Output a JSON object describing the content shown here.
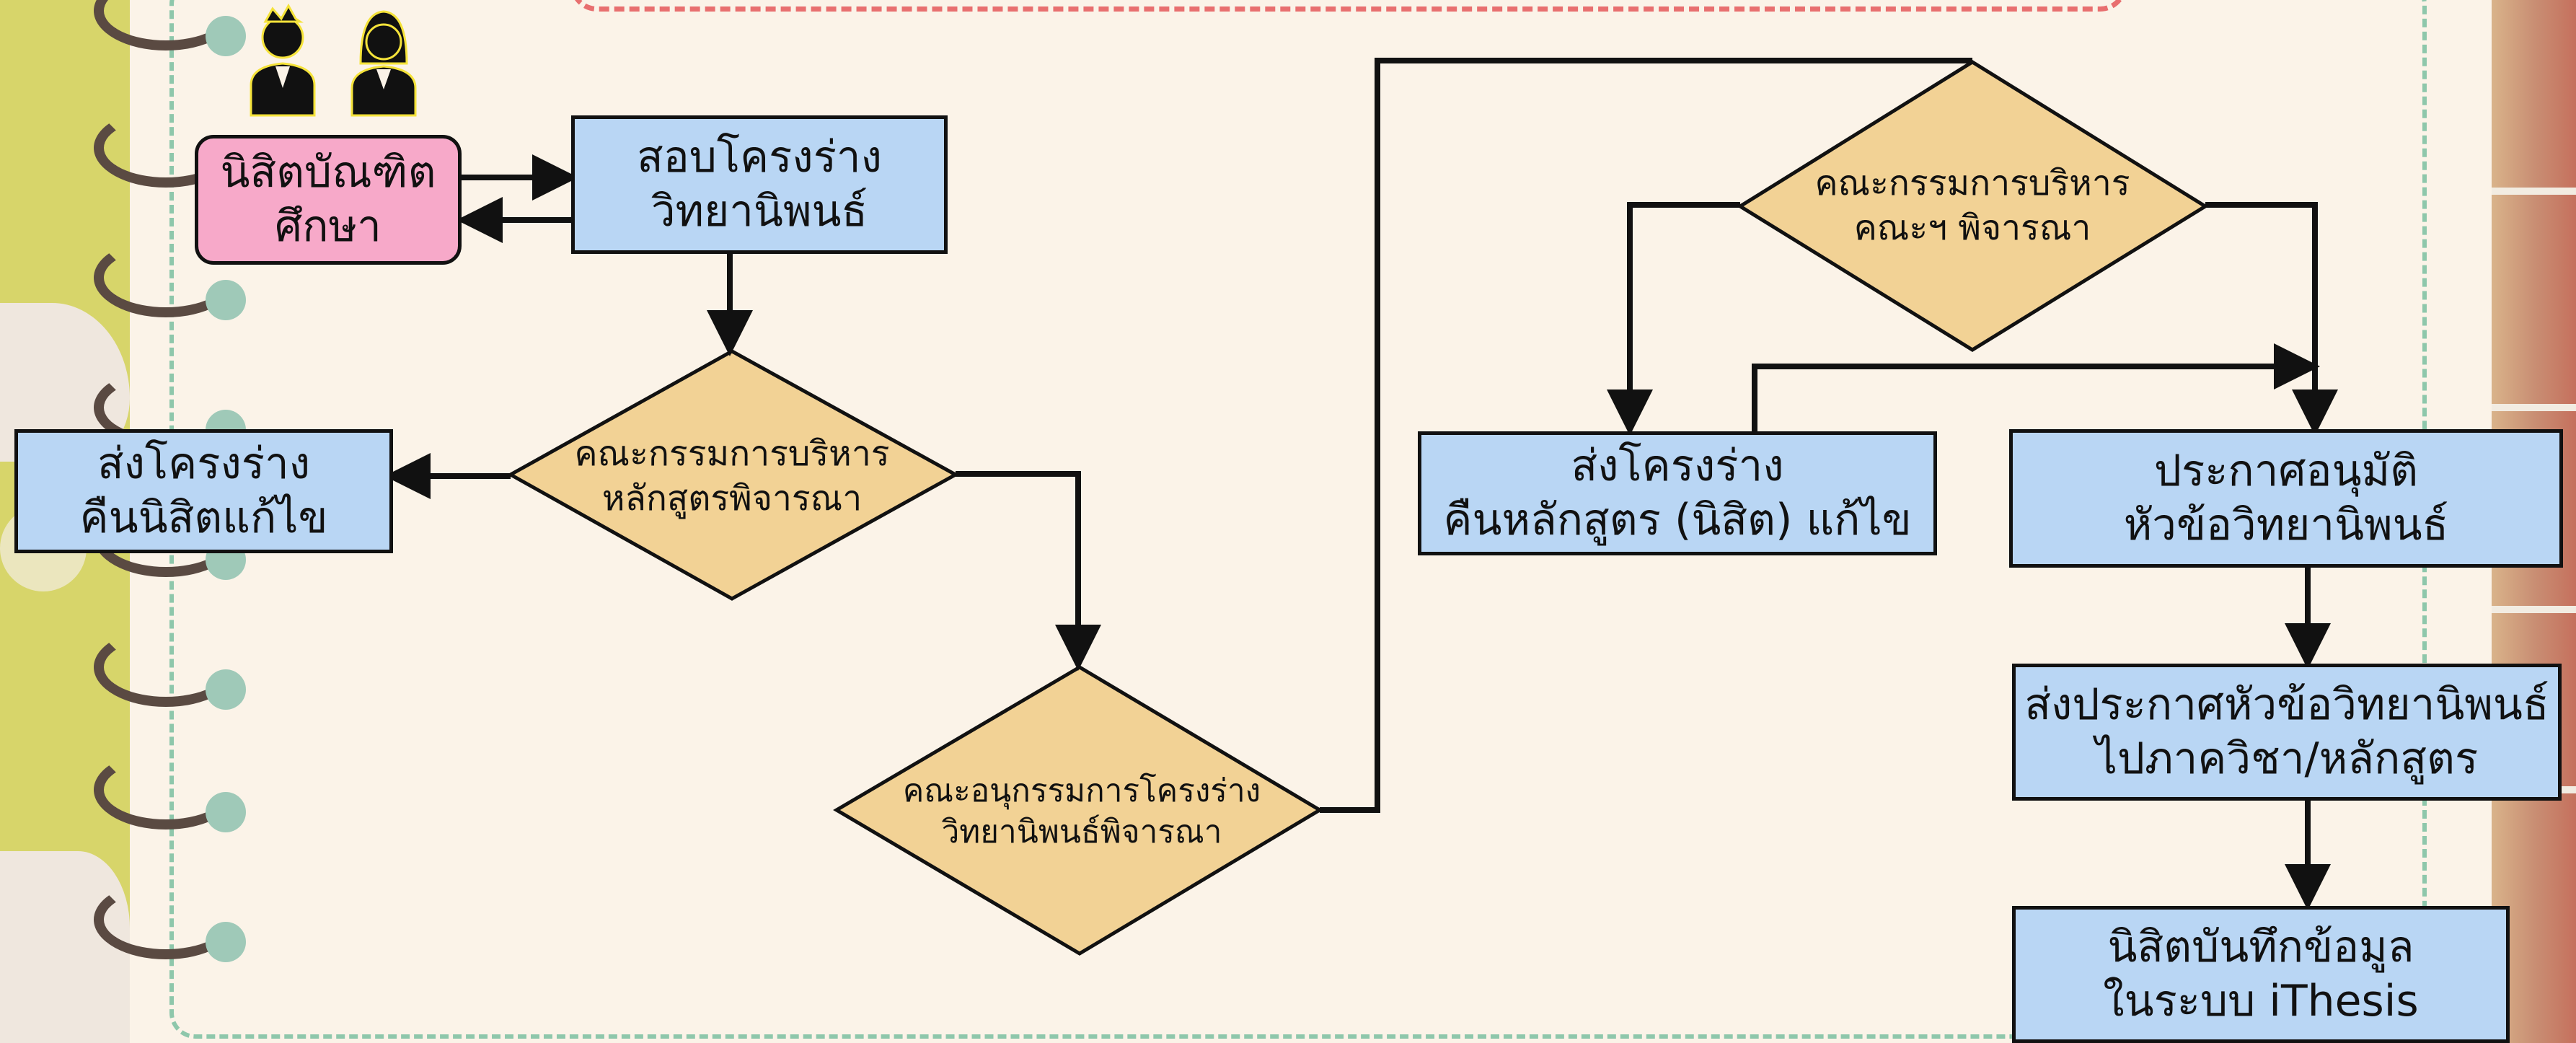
{
  "diagram": {
    "start_node": {
      "lines": [
        "นิสิตบัณฑิต",
        "ศึกษา"
      ]
    },
    "nodes": {
      "submit_outline": {
        "lines": [
          "สอบโครงร่าง",
          "วิทยานิพนธ์"
        ]
      },
      "curriculum_committee": {
        "lines": [
          "คณะกรรมการบริหาร",
          "หลักสูตรพิจารณา"
        ]
      },
      "return_to_student": {
        "lines": [
          "ส่งโครงร่าง",
          "คืนนิสิตแก้ไข"
        ]
      },
      "subcommittee": {
        "lines": [
          "คณะอนุกรรมการโครงร่าง",
          "วิทยานิพนธ์พิจารณา"
        ]
      },
      "faculty_committee": {
        "lines": [
          "คณะกรรมการบริหาร",
          "คณะฯ พิจารณา"
        ]
      },
      "return_to_curriculum": {
        "lines": [
          "ส่งโครงร่าง",
          "คืนหลักสูตร (นิสิต) แก้ไข"
        ]
      },
      "announce_approval": {
        "lines": [
          "ประกาศอนุมัติ",
          "หัวข้อวิทยานิพนธ์"
        ]
      },
      "send_announcement": {
        "lines": [
          "ส่งประกาศหัวข้อวิทยานิพนธ์",
          "ไปภาควิชา/หลักสูตร"
        ]
      },
      "record_ithesis": {
        "lines": [
          "นิสิตบันทึกข้อมูล",
          "ในระบบ iThesis"
        ]
      }
    },
    "icons": [
      "student-male-icon",
      "student-female-icon"
    ],
    "colors": {
      "process_box": "#b9d6f4",
      "decision_diamond": "#f2d295",
      "start_box": "#f7a9c9",
      "background": "#fbf3e8",
      "frame_dash": "#8ec7ab",
      "top_pill_dash": "#e86f6f",
      "left_strip": "#d7d56a"
    }
  }
}
